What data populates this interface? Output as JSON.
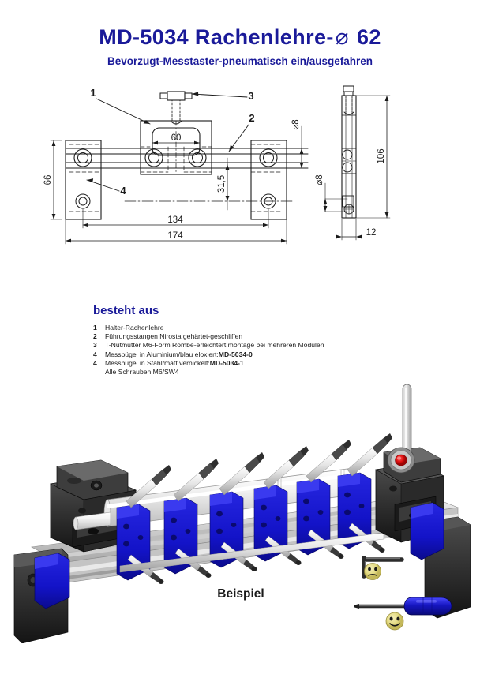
{
  "header": {
    "title_main": "MD-5034 Rachenlehre-",
    "title_diameter_symbol": "⌀",
    "title_diameter_value": "62",
    "subtitle": "Bevorzugt-Messtaster-pneumatisch ein/ausgefahren",
    "title_color": "#1a1a99"
  },
  "drawing": {
    "front_view": {
      "callouts": [
        "1",
        "2",
        "3",
        "4"
      ],
      "dimensions": {
        "inner_width": "60",
        "total_height": "66",
        "center_offset": "31,5",
        "hole_spacing": "134",
        "total_width": "174",
        "bore_diameter": "⌀8"
      }
    },
    "side_view": {
      "dimensions": {
        "height": "106",
        "thickness": "12",
        "bore_diameter": "⌀8"
      }
    }
  },
  "parts": {
    "heading": "besteht aus",
    "items": [
      {
        "num": "1",
        "text": "Halter-Rachenlehre",
        "bold_suffix": ""
      },
      {
        "num": "2",
        "text": "Führungsstangen Nirosta gehärtet-geschliffen",
        "bold_suffix": ""
      },
      {
        "num": "3",
        "text": "T-Nutmutter M6-Form Rombe-erleichtert montage bei mehreren Modulen",
        "bold_suffix": ""
      },
      {
        "num": "4",
        "text": "Messbügel in Aluminium/blau eloxiert:",
        "bold_suffix": "MD-5034-0"
      },
      {
        "num": "4",
        "text": "Messbügel in Stahl/matt vernickelt:",
        "bold_suffix": "MD-5034-1"
      },
      {
        "num": "",
        "text": "Alle Schrauben M6/SW4",
        "bold_suffix": ""
      }
    ]
  },
  "render": {
    "caption": "Beispiel",
    "colors": {
      "bracket_blue": "#1313c8",
      "bracket_blue_dark": "#0d0d96",
      "body_black": "#2b2b2b",
      "body_black_light": "#454545",
      "rail_gray": "#d8d8d8",
      "rail_gray_dark": "#a8a8a8",
      "probe_silver": "#e8e8e8",
      "probe_tip": "#3a3a3a",
      "knob_red": "#e01010",
      "smiley_yellow": "#e8e08a"
    },
    "tools": [
      {
        "name": "hex-key",
        "smiley": "neutral"
      },
      {
        "name": "screwdriver",
        "smiley": "happy",
        "handle_color": "#1616c0"
      }
    ],
    "probe_count": 6
  }
}
